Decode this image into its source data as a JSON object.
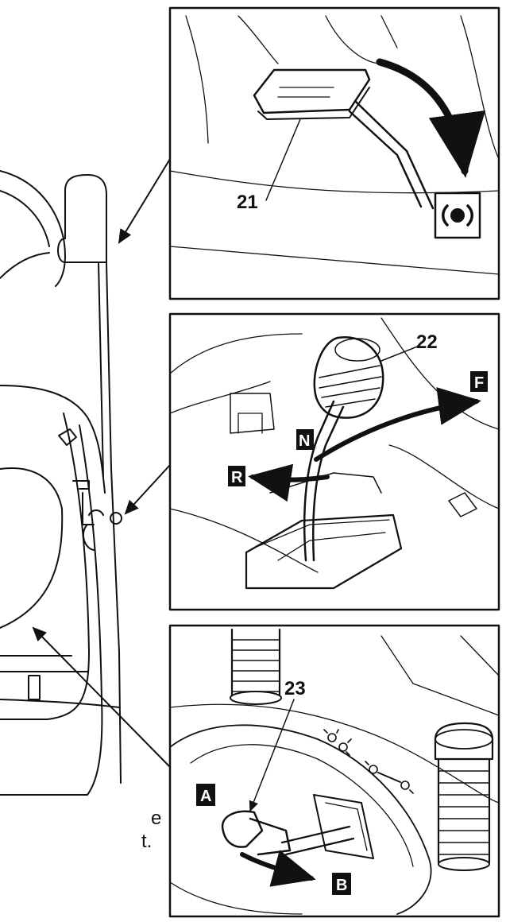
{
  "panels": {
    "brake": {
      "callout": "21",
      "symbol": "(●)"
    },
    "shift": {
      "callout": "22",
      "forward": "F",
      "neutral": "N",
      "reverse": "R"
    },
    "lever": {
      "callout": "23",
      "pos_a": "A",
      "pos_b": "B"
    }
  },
  "text_fragments": [
    "e",
    "t."
  ],
  "colors": {
    "ink": "#111111",
    "paper": "#ffffff"
  }
}
